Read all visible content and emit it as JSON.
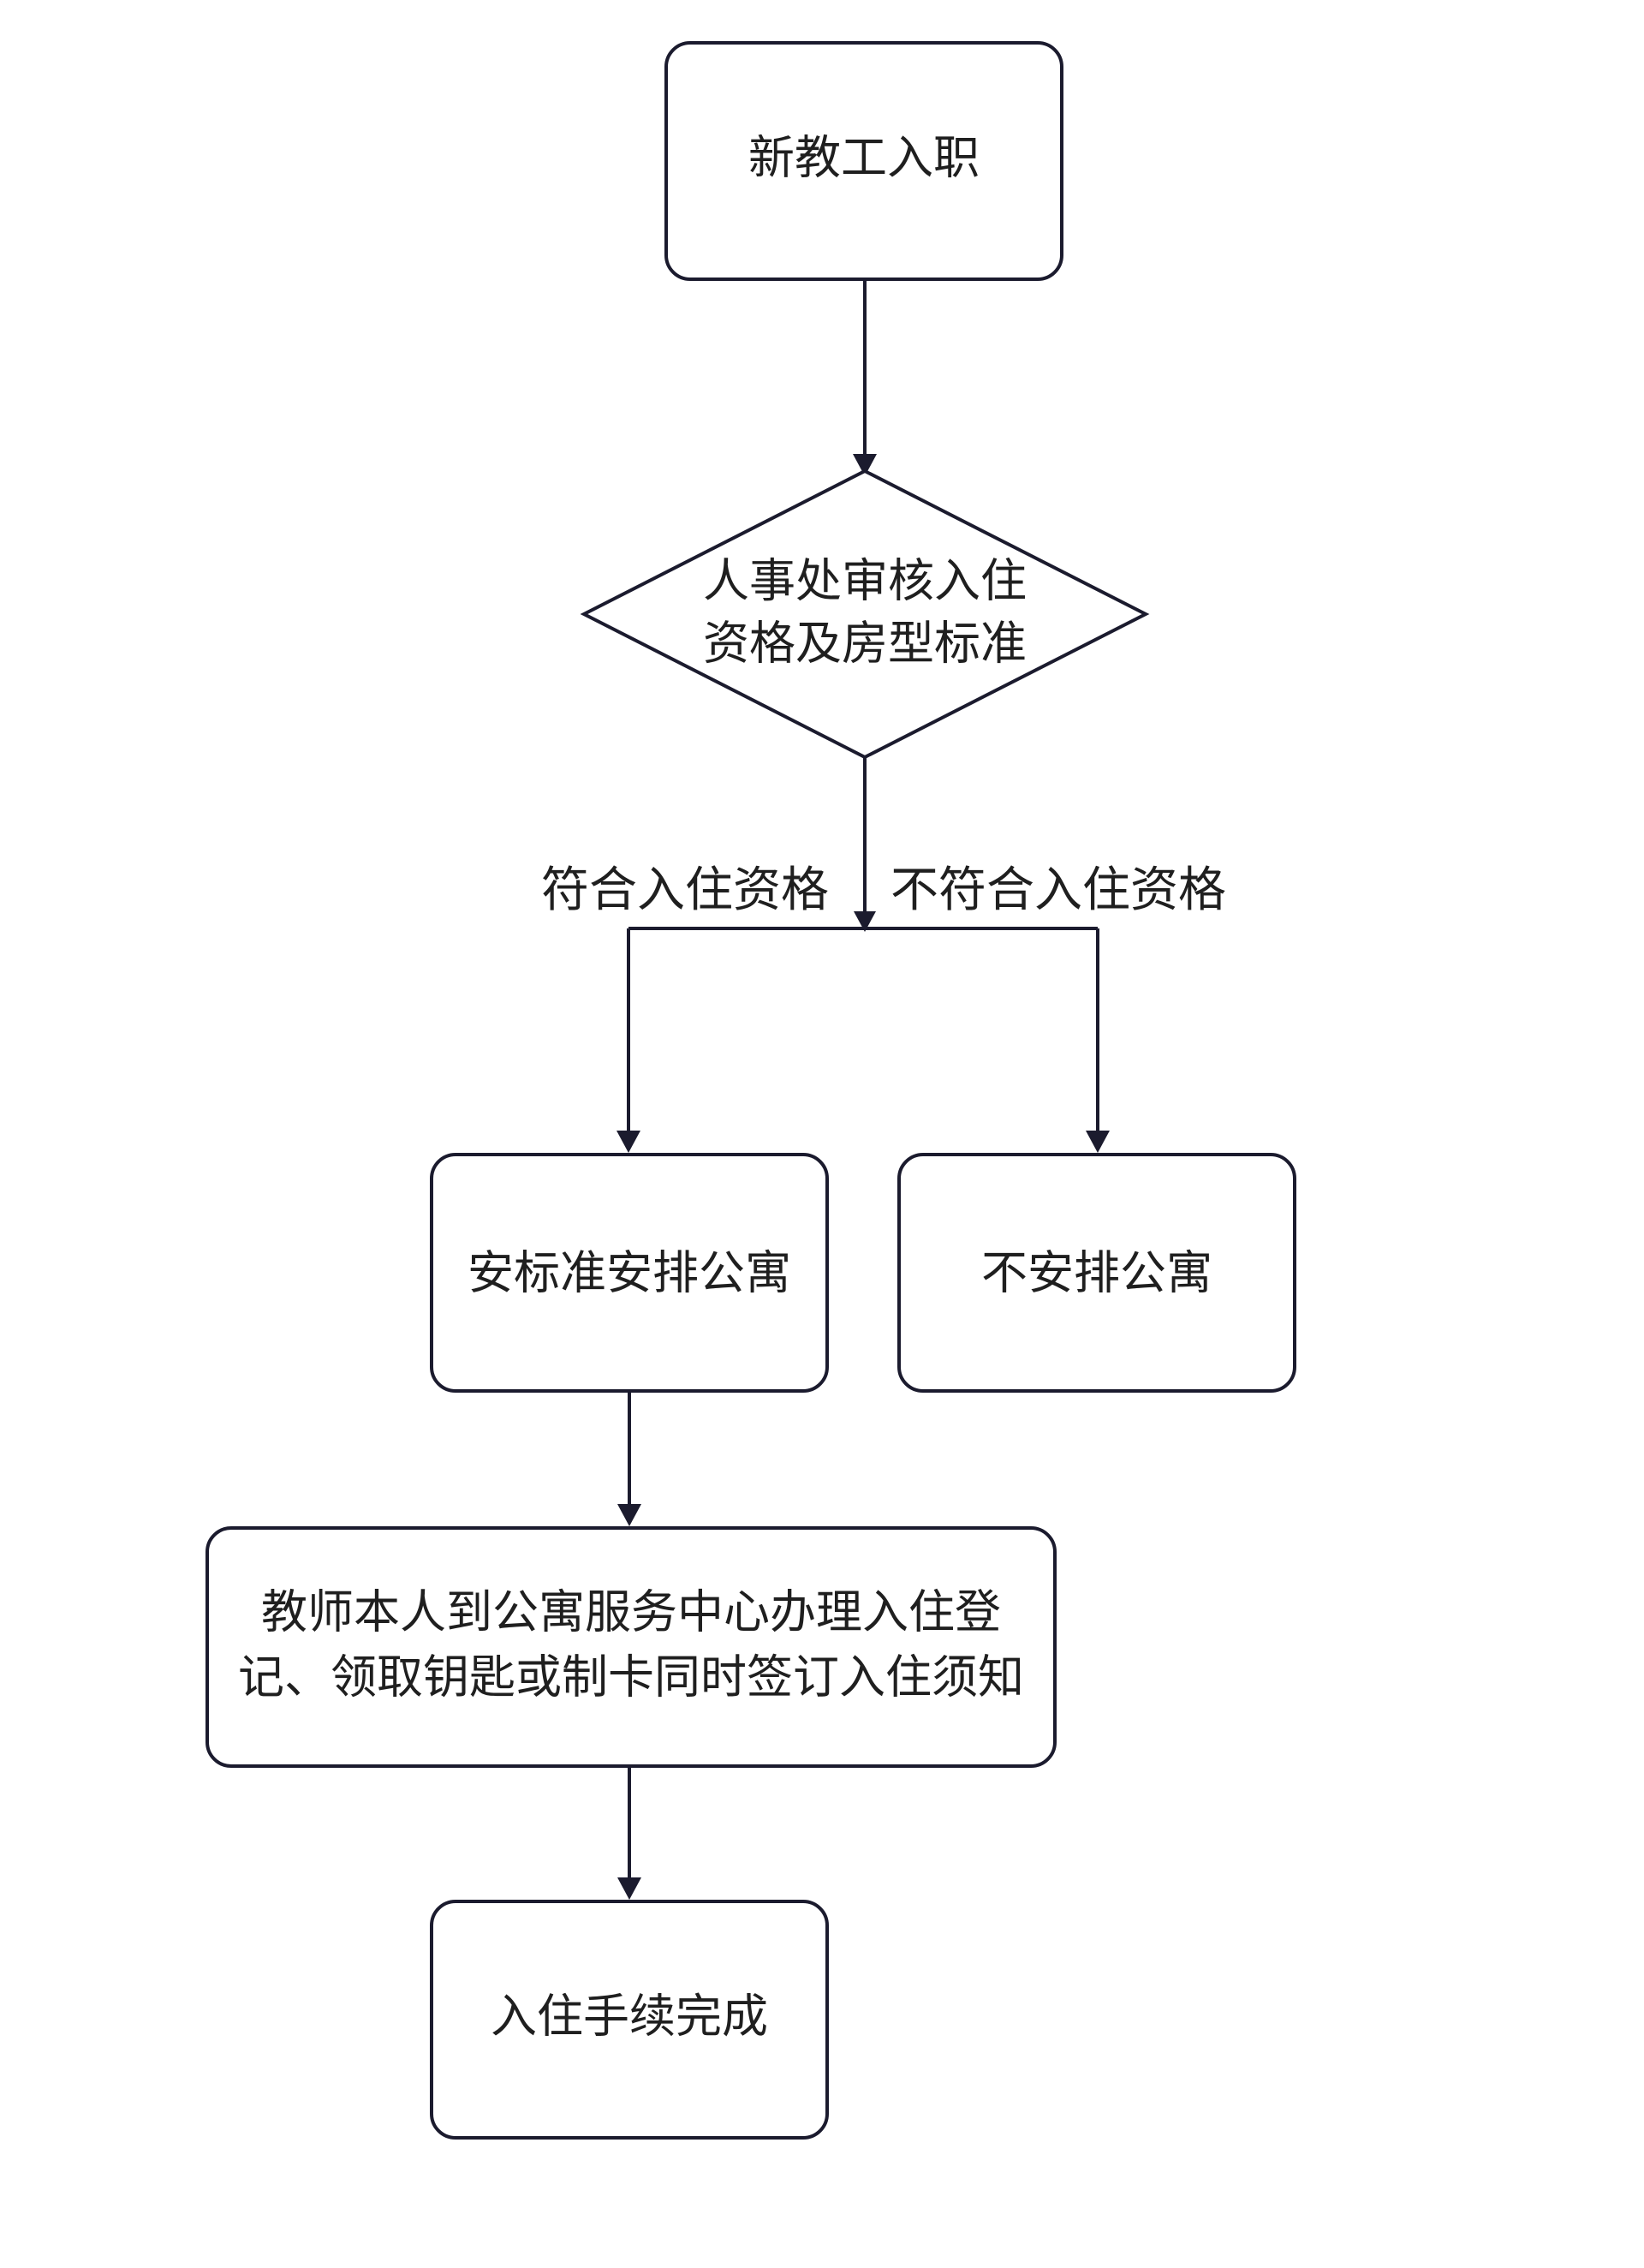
{
  "nodes": {
    "start": {
      "label": "新教工入职"
    },
    "review": {
      "lines": [
        "人事处审核入住",
        "资格及房型标准"
      ]
    },
    "assign": {
      "label": "安标准安排公寓"
    },
    "no_assign": {
      "label": "不安排公寓"
    },
    "register": {
      "lines": [
        "教师本人到公寓服务中心办理入住登",
        "记、领取钥匙或制卡同时签订入住须知"
      ]
    },
    "done": {
      "label": "入住手续完成"
    }
  },
  "edges": {
    "qualified": {
      "label": "符合入住资格"
    },
    "not_qualified": {
      "label": "不符合入住资格"
    }
  }
}
